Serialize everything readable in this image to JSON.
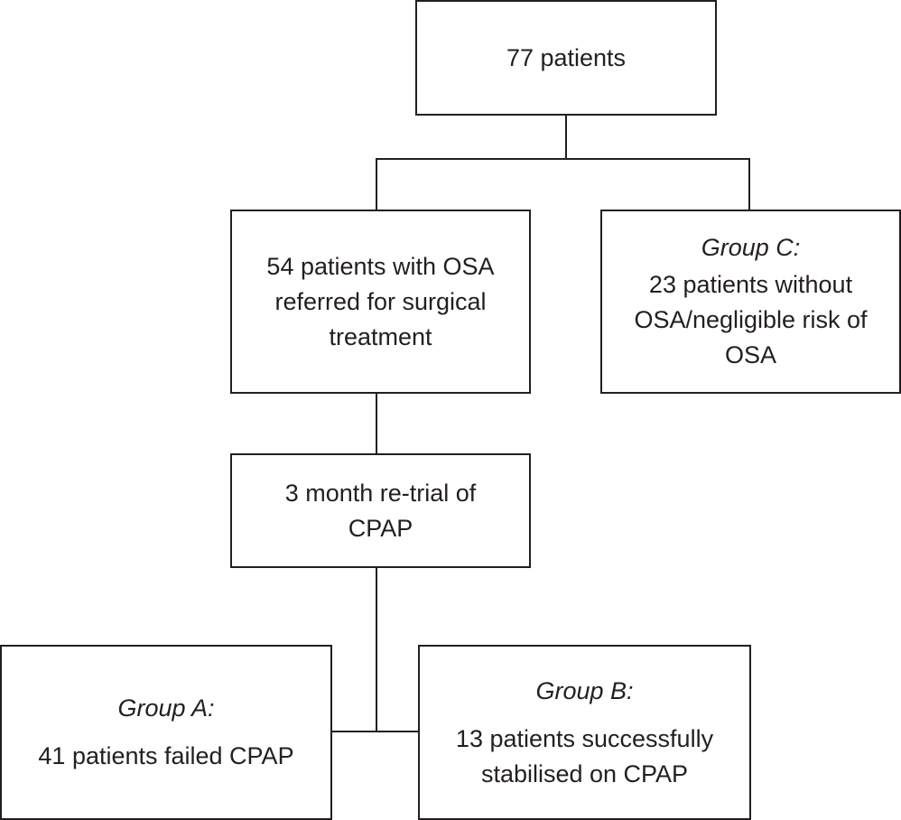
{
  "flowchart": {
    "total": {
      "text": "77 patients"
    },
    "osa_referred": {
      "lines": [
        "54 patients with OSA",
        "referred for surgical",
        "treatment"
      ]
    },
    "group_c": {
      "label": "Group C:",
      "lines": [
        "23 patients without",
        "OSA/negligible risk of",
        "OSA"
      ]
    },
    "retrial": {
      "lines": [
        "3 month re-trial of",
        "CPAP"
      ]
    },
    "group_a": {
      "label": "Group A:",
      "lines": [
        "41 patients failed CPAP"
      ]
    },
    "group_b": {
      "label": "Group B:",
      "lines": [
        "13 patients successfully",
        "stabilised on CPAP"
      ]
    }
  },
  "colors": {
    "stroke": "#231f20",
    "text": "#231f20",
    "background": "#ffffff"
  }
}
